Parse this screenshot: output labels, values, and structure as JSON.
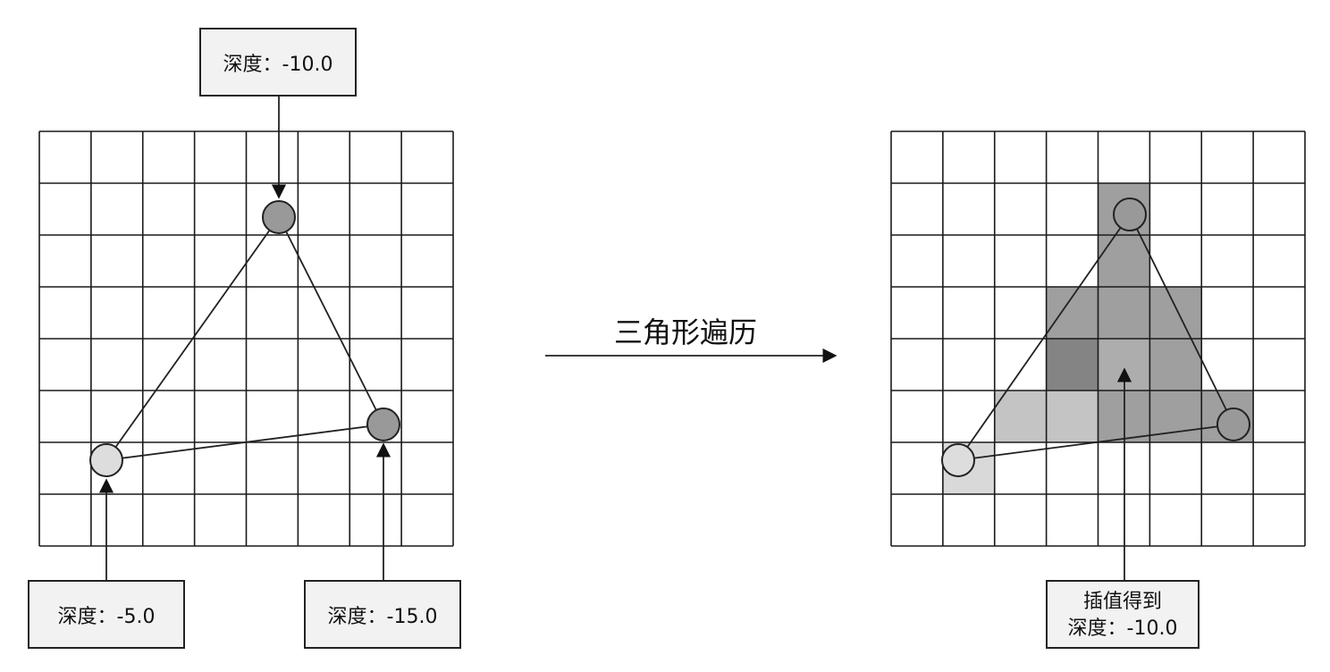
{
  "left_panel": {
    "vertices": [
      {
        "id": "top",
        "depth_label": "深度：-10.0",
        "fill": "#999999"
      },
      {
        "id": "left",
        "depth_label": "深度：-5.0",
        "fill": "#dddddd"
      },
      {
        "id": "right",
        "depth_label": "深度：-15.0",
        "fill": "#999999"
      }
    ]
  },
  "middle": {
    "arrow_label": "三角形遍历"
  },
  "right_panel": {
    "result_label_line1": "插值得到",
    "result_label_line2": "深度：-10.0",
    "shaded_cells": [
      {
        "col": 4,
        "row": 1,
        "shade": "medium"
      },
      {
        "col": 4,
        "row": 2,
        "shade": "medium"
      },
      {
        "col": 3,
        "row": 3,
        "shade": "medium"
      },
      {
        "col": 4,
        "row": 3,
        "shade": "medium"
      },
      {
        "col": 5,
        "row": 3,
        "shade": "medium"
      },
      {
        "col": 3,
        "row": 4,
        "shade": "dark"
      },
      {
        "col": 4,
        "row": 4,
        "shade": "mediumlight"
      },
      {
        "col": 5,
        "row": 4,
        "shade": "medium"
      },
      {
        "col": 2,
        "row": 5,
        "shade": "light"
      },
      {
        "col": 3,
        "row": 5,
        "shade": "light"
      },
      {
        "col": 4,
        "row": 5,
        "shade": "medium"
      },
      {
        "col": 5,
        "row": 5,
        "shade": "medium"
      },
      {
        "col": 6,
        "row": 5,
        "shade": "medium"
      },
      {
        "col": 1,
        "row": 6,
        "shade": "verylight"
      }
    ]
  },
  "colors": {
    "verylight": "#d9d9d9",
    "light": "#c4c4c4",
    "mediumlight": "#adadad",
    "medium": "#9f9f9f",
    "dark": "#848484",
    "vertex_dark": "#999999",
    "vertex_light": "#dddddd"
  }
}
